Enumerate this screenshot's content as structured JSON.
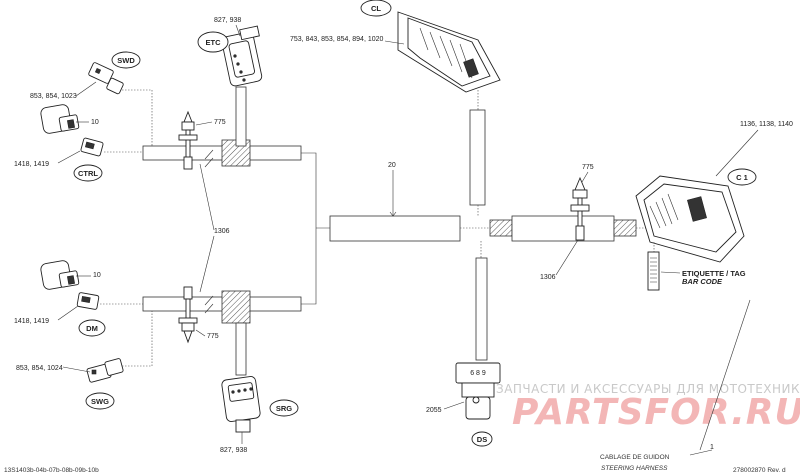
{
  "connectors": {
    "etc": "ETC",
    "cl": "CL",
    "swd": "SWD",
    "ctrl": "CTRL",
    "c1": "C 1",
    "dm": "DM",
    "swg": "SWG",
    "srg": "SRG",
    "ds": "DS"
  },
  "part_refs": {
    "etc": "827, 938",
    "cl": "753, 843, 853, 854, 894, 1020",
    "swd": "853, 854, 1023",
    "upper_10": "10",
    "upper_1418": "1418, 1419",
    "upper_775": "775",
    "harness": "20",
    "splice": "1306",
    "right_775": "775",
    "right_1306": "1306",
    "c1": "1136, 1138, 1140",
    "lower_10": "10",
    "lower_1418": "1418, 1419",
    "lower_775": "775",
    "swg": "853, 854, 1024",
    "srg": "827, 938",
    "ds_part": "2055",
    "ds_digits": "6 8 9",
    "tag_1": "1"
  },
  "tag": {
    "line1": "ETIQUETTE / TAG",
    "line2": "BAR CODE"
  },
  "footer": {
    "drawing_id": "13S1403b-04b-07b-08b-09b-10b",
    "title_fr": "CABLAGE DE GUIDON",
    "title_en": "STEERING HARNESS",
    "doc_no": "278002870 Rev. d"
  },
  "watermark": {
    "line1": "ЗАПЧАСТИ И АКСЕССУАРЫ ДЛЯ МОТОТЕХНИКИ",
    "line2": "PARTSFOR.RU"
  }
}
